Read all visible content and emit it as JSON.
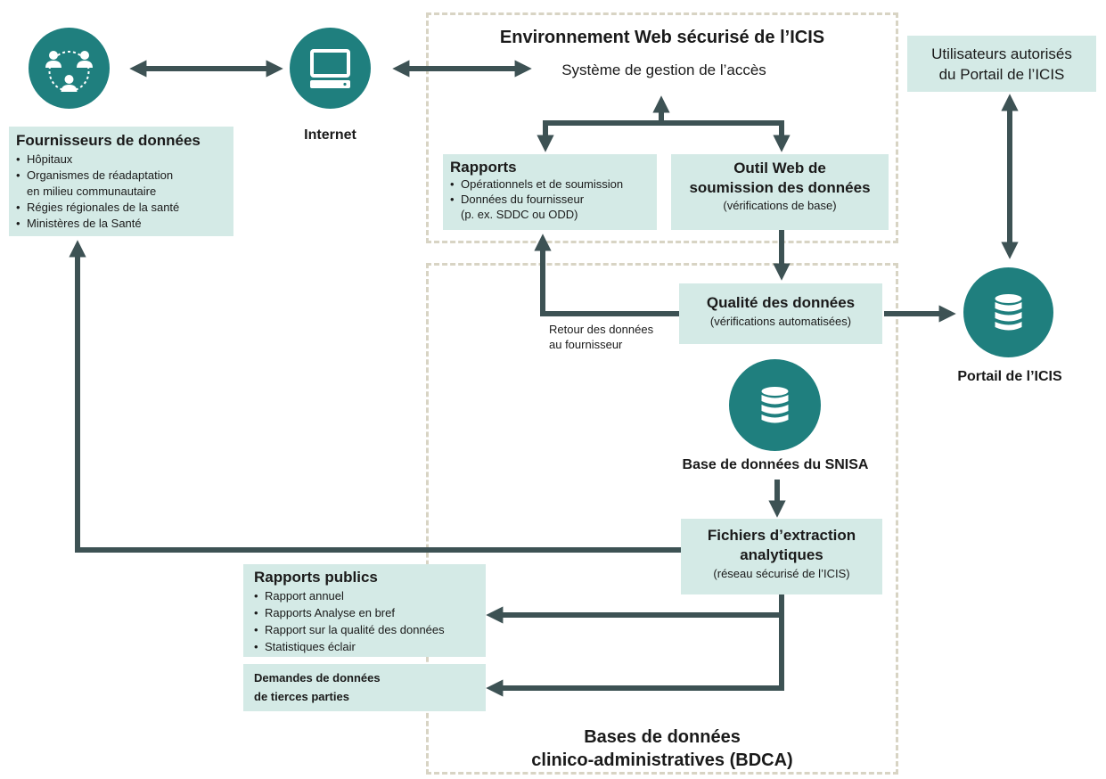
{
  "env_web": {
    "title": "Environnement Web sécurisé de l’ICIS"
  },
  "bdca": {
    "title_line1": "Bases de données",
    "title_line2": "clinico-administratives (BDCA)"
  },
  "data_providers": {
    "title": "Fournisseurs de données",
    "items": [
      "Hôpitaux",
      "Organismes de réadaptation",
      "en milieu communautaire",
      "Régies régionales de la santé",
      "Ministères de la Santé"
    ]
  },
  "internet": {
    "label": "Internet"
  },
  "access_system": {
    "label": "Système de gestion de l’accès"
  },
  "authorized_users": {
    "line1": "Utilisateurs autorisés",
    "line2": "du Portail de l’ICIS"
  },
  "reports": {
    "title": "Rapports",
    "items": [
      "Opérationnels et de soumission",
      "Données du fournisseur",
      "(p. ex. SDDC ou ODD)"
    ]
  },
  "web_tool": {
    "line1": "Outil Web de",
    "line2": "soumission des données",
    "sub": "(vérifications de base)"
  },
  "data_quality": {
    "title": "Qualité des données",
    "sub": "(vérifications automatisées)"
  },
  "return_label": {
    "line1": "Retour des données",
    "line2": "au fournisseur"
  },
  "portal": {
    "label": "Portail de l’ICIS"
  },
  "snisa_db": {
    "label": "Base de données du SNISA"
  },
  "extract_files": {
    "line1": "Fichiers d’extraction",
    "line2": "analytiques",
    "sub": "(réseau sécurisé de l’ICIS)"
  },
  "public_reports": {
    "title": "Rapports publics",
    "items": [
      "Rapport annuel",
      "Rapports Analyse en bref",
      "Rapport sur la qualité des données",
      "Statistiques éclair"
    ]
  },
  "third_party": {
    "line1": "Demandes de données",
    "line2": "de tierces parties"
  },
  "colors": {
    "teal": "#1f7f7e",
    "box": "#d4eae6",
    "arrow": "#3d5254",
    "dash": "#d8d4c4"
  },
  "icons": [
    "people-network-icon",
    "computer-icon",
    "database-icon"
  ]
}
